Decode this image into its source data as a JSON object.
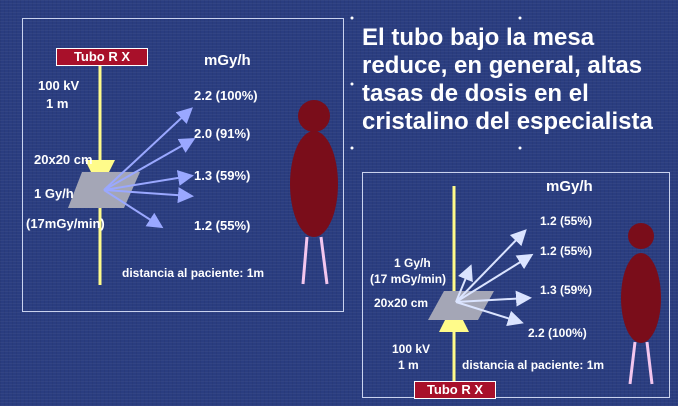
{
  "headline": [
    "El tubo bajo la mesa",
    "reduce, en general, altas",
    "tasas de dosis en el",
    "cristalino del especialista"
  ],
  "left_panel": {
    "tube_label": "Tubo  R X",
    "unit_header": "mGy/h",
    "kv": "100 kV",
    "distance_1m": "1 m",
    "field_size": "20x20 cm",
    "dose": "1 Gy/h",
    "dose_min": "(17mGy/min)",
    "rates": [
      "2.2 (100%)",
      "2.0 (91%)",
      "1.3 (59%)",
      "1.2 (55%)"
    ],
    "patient_distance": "distancia al paciente: 1m"
  },
  "right_panel": {
    "tube_label": "Tubo R X",
    "unit_header": "mGy/h",
    "kv": "100 kV",
    "distance_1m": "1 m",
    "field_size": "20x20 cm",
    "dose": "1 Gy/h",
    "dose_min": "(17 mGy/min)",
    "rates": [
      "1.2 (55%)",
      "1.2 (55%)",
      "1.3 (59%)",
      "2.2 (100%)"
    ],
    "patient_distance": "distancia al paciente: 1m"
  },
  "colors": {
    "background": "#2a3d80",
    "tube_red": "#a8102a",
    "figure_red": "#7a0d1a",
    "beam_yellow": "#fffb8a",
    "scatter_left": "#9aa8ff",
    "scatter_right": "#dbe4ff",
    "legs": "#f3c6ee"
  }
}
